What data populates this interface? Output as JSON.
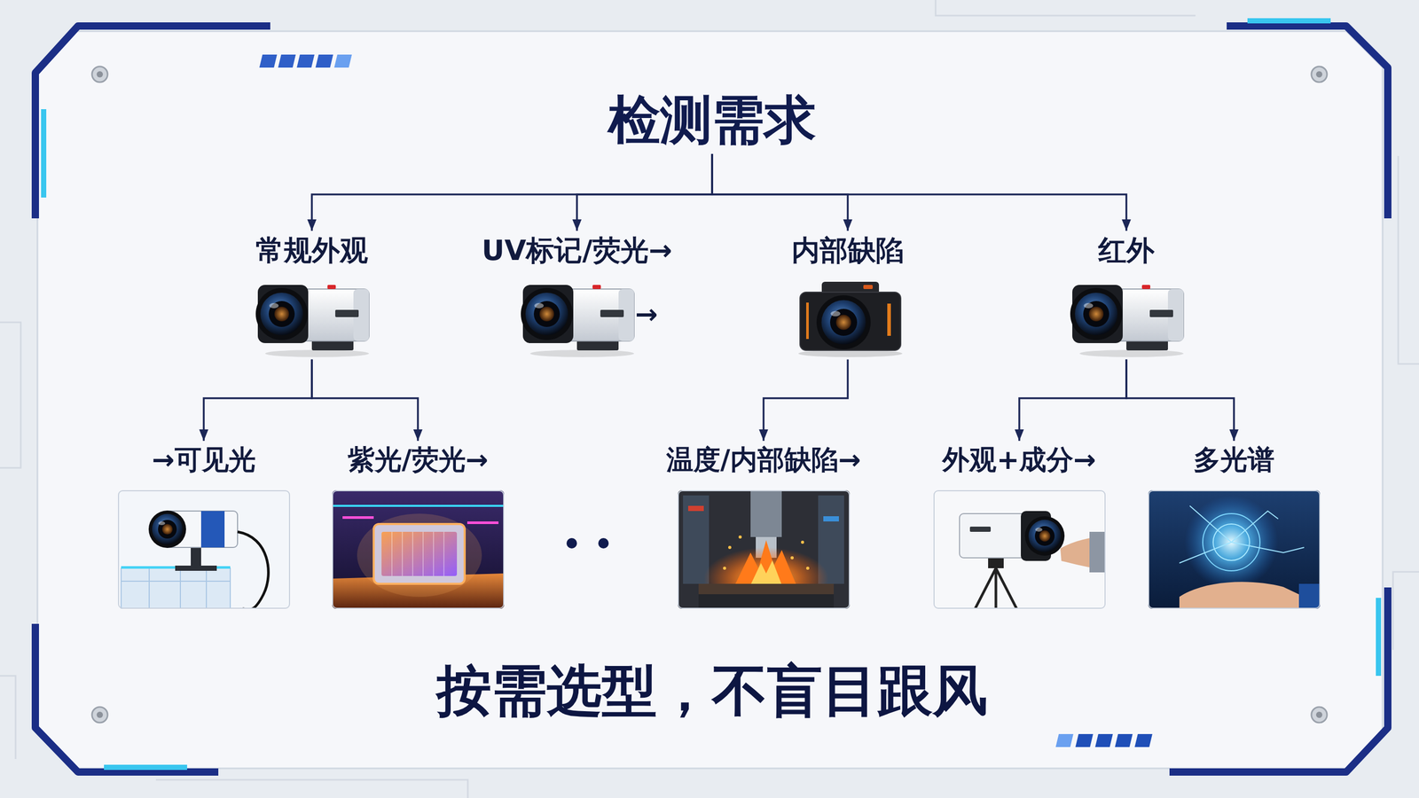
{
  "diagram": {
    "caption": "按需选型，不盲目跟风",
    "nodes": [
      {
        "text": [
          "检测需求"
        ]
      },
      {
        "text": [
          "常规外观"
        ]
      },
      {
        "text": [
          "UV标记/荧光→"
        ]
      },
      {
        "text": [
          "内部缺陷"
        ]
      },
      {
        "text": [
          "红外"
        ]
      },
      {
        "text": [
          "→可见光"
        ]
      },
      {
        "text": [
          "紫光/荧光→"
        ]
      },
      {
        "text": [
          "温度/内部缺陷→"
        ]
      },
      {
        "text": [
          "外观+成分→"
        ]
      },
      {
        "text": [
          "多光谱"
        ]
      }
    ],
    "edges": [
      {
        "from": 0,
        "to": 1,
        "arrow": "to"
      },
      {
        "from": 0,
        "to": 2,
        "arrow": "to"
      },
      {
        "from": 0,
        "to": 3,
        "arrow": "to"
      },
      {
        "from": 0,
        "to": 4,
        "arrow": "to"
      },
      {
        "from": 1,
        "to": 5,
        "arrow": "to"
      },
      {
        "from": 1,
        "to": 6,
        "arrow": "to"
      },
      {
        "from": 3,
        "to": 7,
        "arrow": "to"
      },
      {
        "from": 4,
        "to": 8,
        "arrow": "to"
      },
      {
        "from": 4,
        "to": 9,
        "arrow": "to"
      }
    ],
    "labels": [
      "→"
    ]
  }
}
